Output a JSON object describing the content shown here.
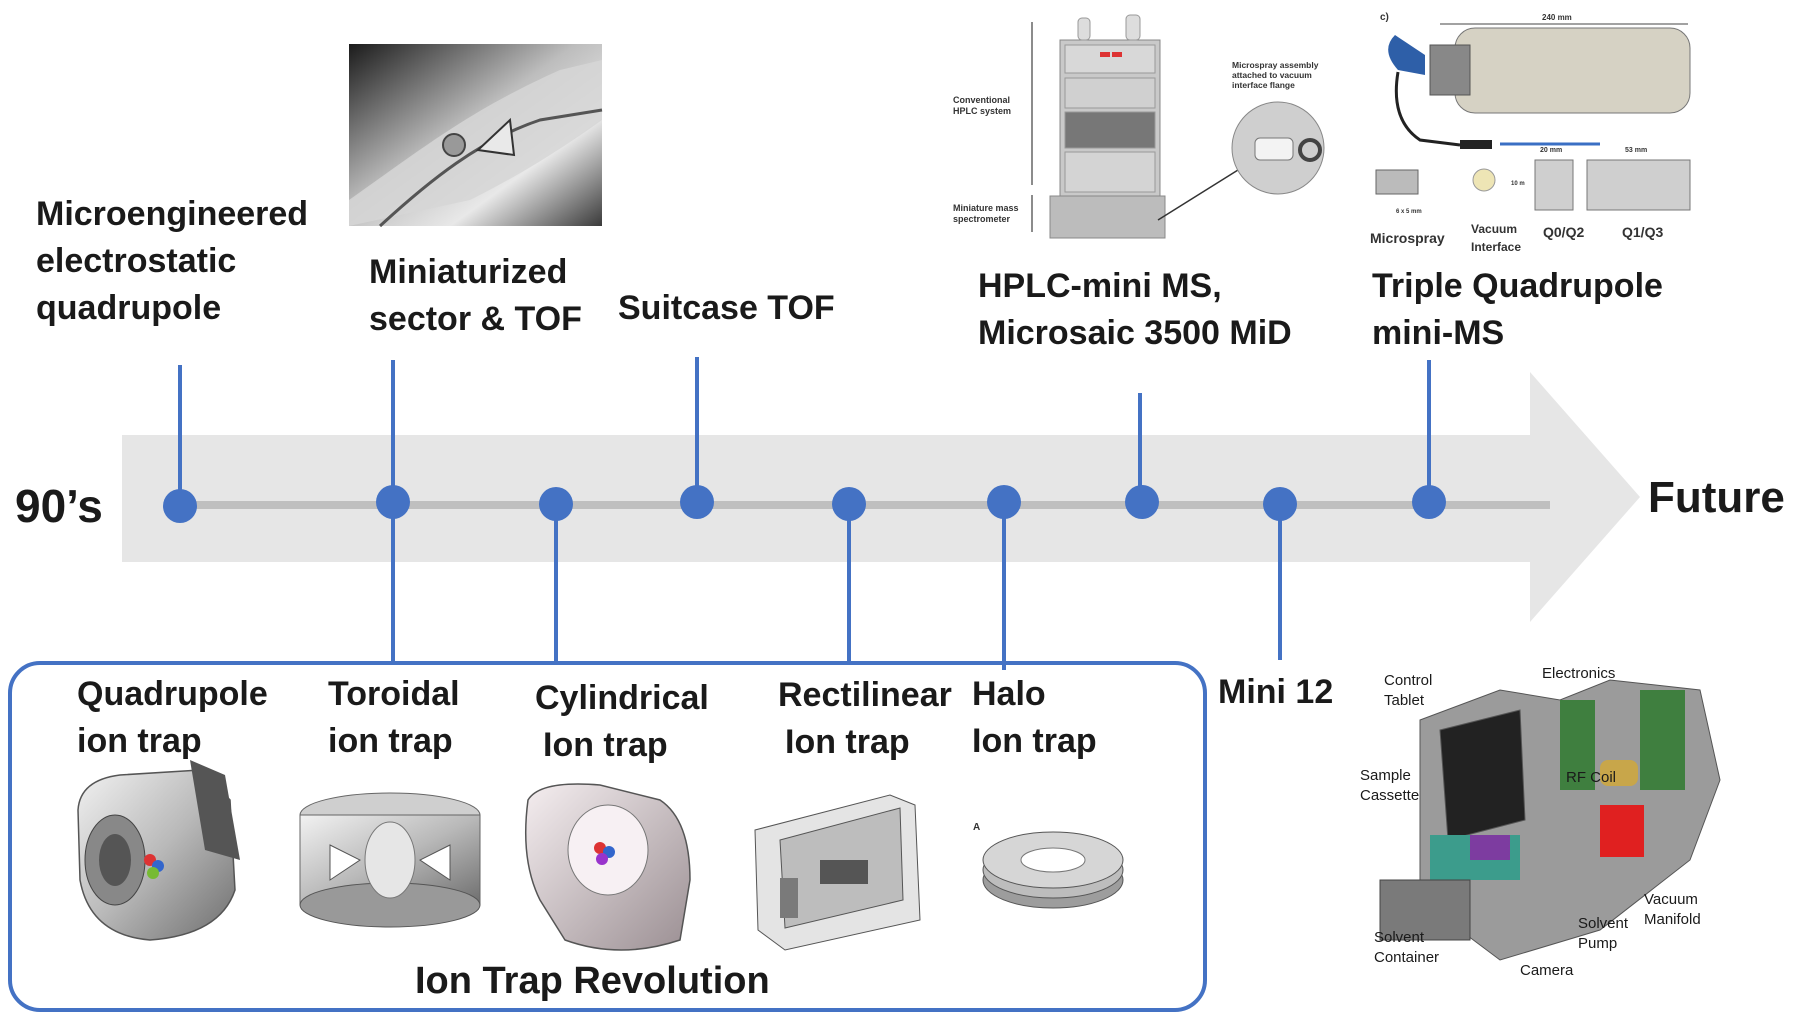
{
  "timeline": {
    "start_label": "90’s",
    "end_label": "Future",
    "colors": {
      "accent": "#4472c4",
      "arrow": "#e6e6e6",
      "axis": "#bfbfbf"
    }
  },
  "milestones_top": [
    {
      "lines": [
        "Microengineered",
        "electrostatic",
        "quadrupole"
      ]
    },
    {
      "lines": [
        "Miniaturized",
        "sector & TOF"
      ]
    },
    {
      "lines": [
        "Suitcase TOF"
      ]
    },
    {
      "lines": [
        "HPLC-mini MS,",
        "Microsaic 3500 MiD"
      ]
    },
    {
      "lines": [
        "Triple Quadrupole",
        "mini-MS"
      ]
    }
  ],
  "milestones_bottom": [
    {
      "lines": [
        "Quadrupole",
        "ion trap"
      ]
    },
    {
      "lines": [
        "Toroidal",
        "ion trap"
      ]
    },
    {
      "lines": [
        "Cylindrical",
        "Ion trap"
      ]
    },
    {
      "lines": [
        "Rectilinear",
        "Ion trap"
      ]
    },
    {
      "lines": [
        "Halo",
        "Ion trap"
      ]
    }
  ],
  "mini12": {
    "label": "Mini 12"
  },
  "ion_trap_group": {
    "title": "Ion Trap Revolution"
  },
  "hplc_photo": {
    "conventional": [
      "Conventional",
      "HPLC system"
    ],
    "miniature": [
      "Miniature mass",
      "spectrometer"
    ],
    "microspray": [
      "Microspray assembly",
      "attached to vacuum",
      "interface flange"
    ]
  },
  "triple_quad_photo": {
    "scale_top": "240 mm",
    "scale_20": "20 mm",
    "scale_53": "53 mm",
    "scale_10": "10 m",
    "scale_6x5": "6 x 5 mm",
    "panel_letter": "c)",
    "parts": [
      "Microspray",
      "Vacuum",
      "Interface",
      "Q0/Q2",
      "Q1/Q3"
    ]
  },
  "halo_panel_letter": "A",
  "mini12_photo": {
    "labels": {
      "control": [
        "Control",
        "Tablet"
      ],
      "electronics": "Electronics",
      "sample": [
        "Sample",
        "Cassette"
      ],
      "rfcoil": "RF Coil",
      "vacuum": [
        "Vacuum",
        "Manifold"
      ],
      "solvent_container": [
        "Solvent",
        "Container"
      ],
      "solvent_pump": [
        "Solvent",
        "Pump"
      ],
      "camera": "Camera"
    }
  }
}
